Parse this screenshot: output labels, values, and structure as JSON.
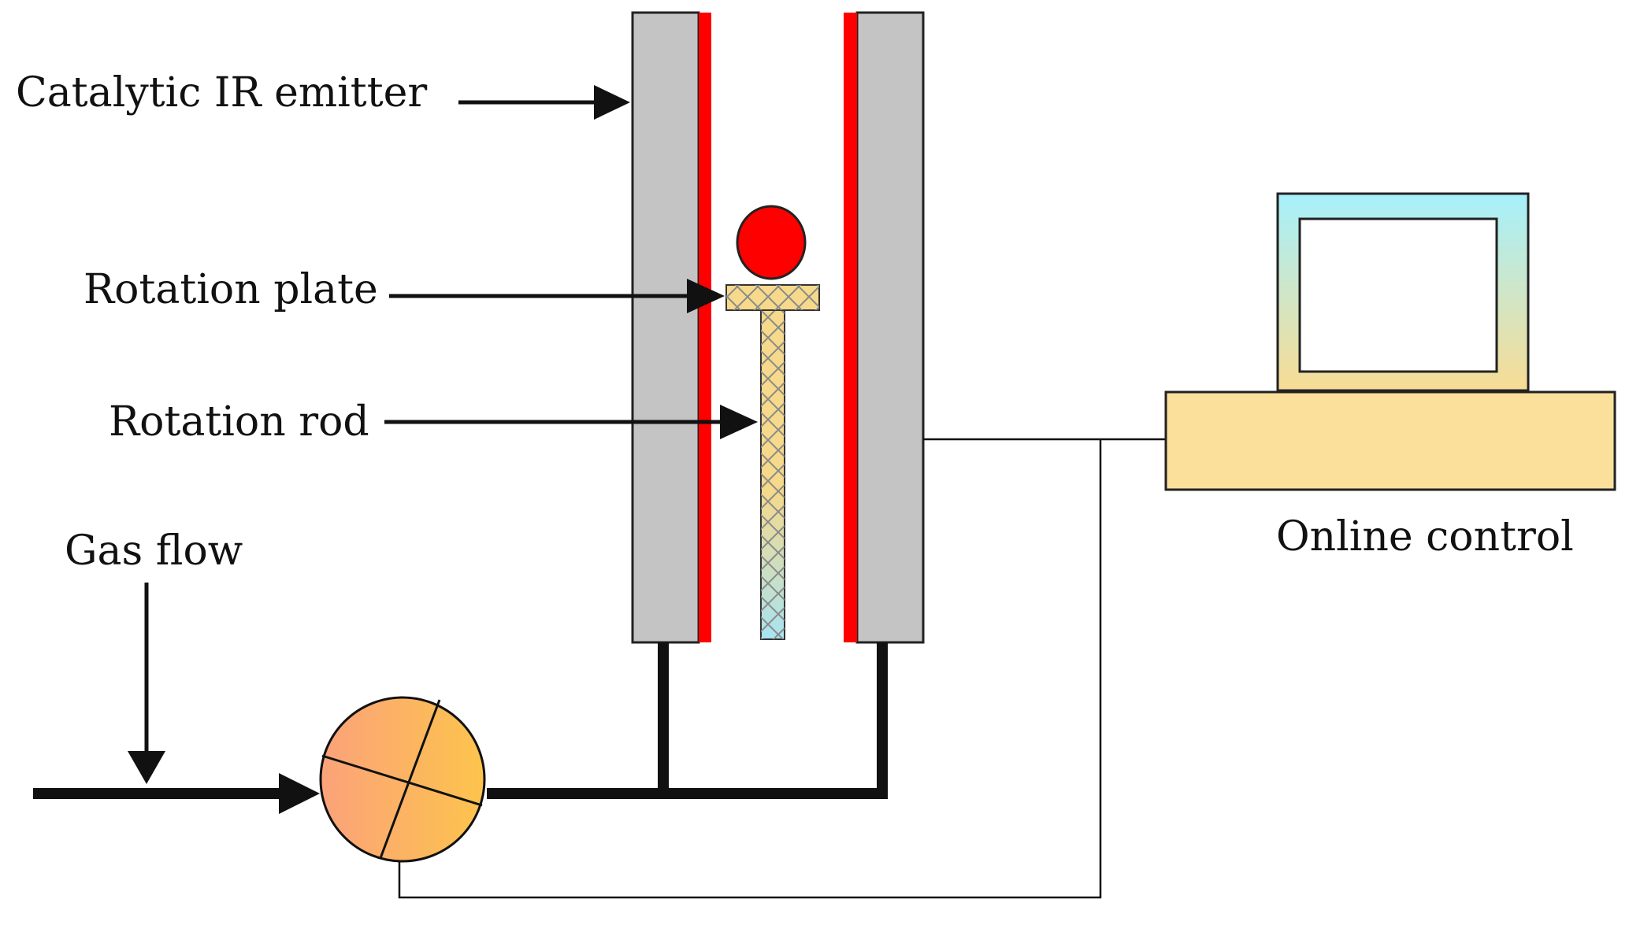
{
  "labels": {
    "emitter": "Catalytic IR emitter",
    "plate": "Rotation plate",
    "rod": "Rotation rod",
    "gas": "Gas flow",
    "online": "Online control"
  },
  "colors": {
    "emitter_panel": "#c4c4c4",
    "emitter_face": "#ff0000",
    "sample": "#ff0000",
    "plate": "#f6d98a",
    "rod_top": "#f6d98a",
    "rod_bottom": "#a8e4f2",
    "valve_left": "#fba27a",
    "valve_right": "#fdc44c",
    "monitor_frame_top": "#a6f0fc",
    "monitor_frame_bottom": "#f8dc94",
    "base": "#fbe09c",
    "line": "#111111"
  }
}
